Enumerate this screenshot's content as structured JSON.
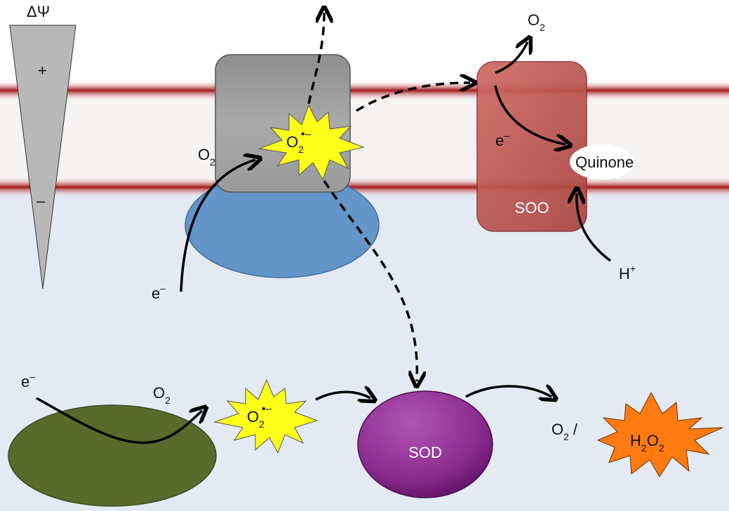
{
  "potential": {
    "symbol": "ΔΨ",
    "plus": "+",
    "minus": "–"
  },
  "top": {
    "o2_in": {
      "base": "O",
      "sub": "2"
    },
    "electron_in": {
      "base": "e",
      "sup": "–"
    },
    "superoxide": {
      "base": "O",
      "sub": "2",
      "sup": "•–"
    },
    "o2_out": {
      "base": "O",
      "sub": "2"
    },
    "electron_soo": {
      "base": "e",
      "sup": "–"
    },
    "quinone": "Quinone",
    "soo": "SOO",
    "proton": {
      "base": "H",
      "sup": "+"
    }
  },
  "bottom": {
    "electron_in": {
      "base": "e",
      "sup": "–"
    },
    "o2_in": {
      "base": "O",
      "sub": "2"
    },
    "superoxide": {
      "base": "O",
      "sub": "2",
      "sup": "•–"
    },
    "sod": "SOD",
    "o2_out": {
      "base": "O",
      "sub": "2",
      "suffix": "/"
    },
    "h2o2": {
      "p1": "H",
      "s1": "2",
      "p2": "O",
      "s2": "2"
    }
  },
  "colors": {
    "membrane_red": "#a31a1a",
    "cytoplasm": "#e3eaf3",
    "complex_gray": "#a5a5a5",
    "complex_blue": "#6595c8",
    "olive": "#5a6a2d",
    "sod_purple": "#8a2a8e",
    "soo_red": "#b5504c",
    "superoxide_yellow": "#ffff1a",
    "h2o2_orange": "#ff7a10"
  }
}
